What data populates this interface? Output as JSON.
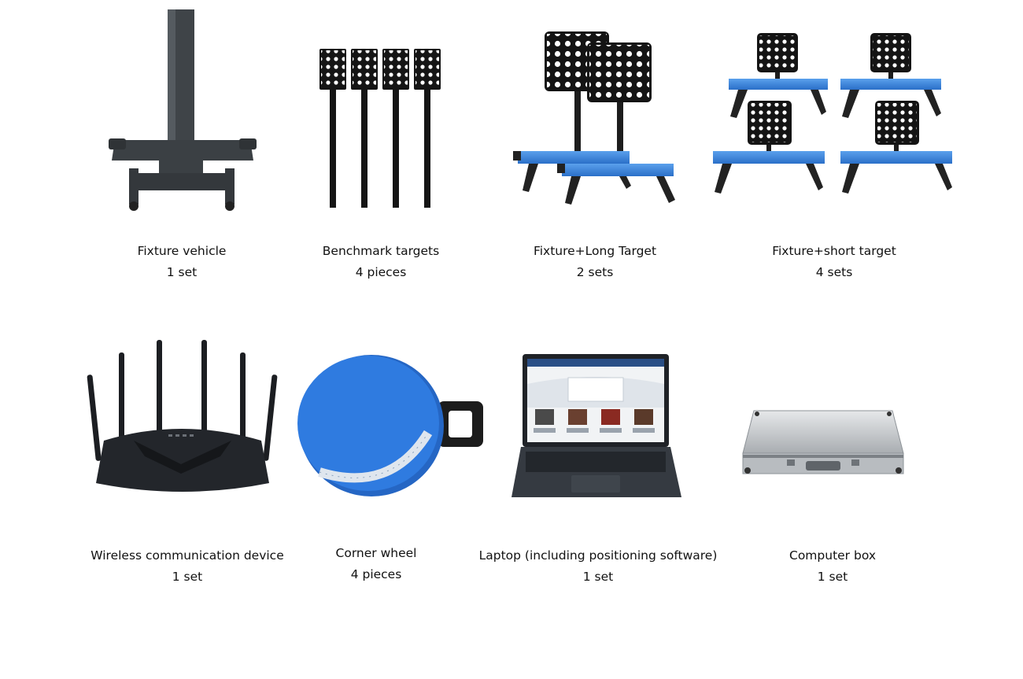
{
  "items": [
    {
      "icon": "fixture-vehicle-icon",
      "name": "Fixture vehicle",
      "qty": "1 set"
    },
    {
      "icon": "benchmark-targets-icon",
      "name": "Benchmark targets",
      "qty": "4 pieces"
    },
    {
      "icon": "long-target-icon",
      "name": "Fixture+Long Target",
      "qty": "2 sets"
    },
    {
      "icon": "short-target-icon",
      "name": "Fixture+short target",
      "qty": "4 sets"
    },
    {
      "icon": "router-icon",
      "name": "Wireless communication device",
      "qty": "1 set"
    },
    {
      "icon": "corner-wheel-icon",
      "name": "Corner wheel",
      "qty": "4 pieces"
    },
    {
      "icon": "laptop-icon",
      "name": "Laptop (including positioning software)",
      "qty": "1 set"
    },
    {
      "icon": "computer-box-icon",
      "name": "Computer box",
      "qty": "1 set"
    }
  ],
  "colors": {
    "blue": "#2e78d4",
    "black": "#1a1a1a",
    "steel": "#3c4145",
    "aluminum": "#c9ccce"
  }
}
